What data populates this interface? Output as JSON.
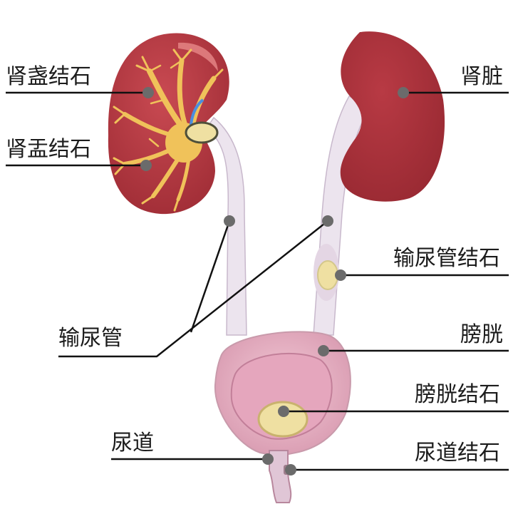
{
  "labels": {
    "renal_calyx_stone": "肾盏结石",
    "renal_pelvis_stone": "肾盂结石",
    "kidney": "肾脏",
    "ureteral_stone": "输尿管结石",
    "ureter": "输尿管",
    "bladder": "膀胱",
    "bladder_stone": "膀胱结石",
    "urethra": "尿道",
    "urethral_stone": "尿道结石"
  },
  "colors": {
    "kidney": "#a8333c",
    "kidney_highlight": "#e78888",
    "calyx_tree": "#f0c25a",
    "ureter": "#ece4ee",
    "bladder_outer": "#e7b7c6",
    "bladder_inner": "#dd9bb3",
    "stone": "#efe0a2",
    "leader_line": "#111111",
    "leader_dot": "#6b6b6b"
  }
}
